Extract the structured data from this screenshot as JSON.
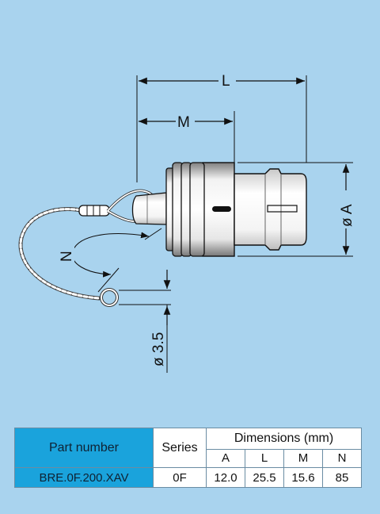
{
  "drawing": {
    "labels": {
      "L": "L",
      "M": "M",
      "N": "N",
      "A": "ø A",
      "d35": "ø 3.5"
    }
  },
  "table": {
    "part_number_header": "Part number",
    "series_header": "Series",
    "dimensions_header": "Dimensions (mm)",
    "dim_columns": [
      "A",
      "L",
      "M",
      "N"
    ],
    "row": {
      "part_number": "BRE.0F.200.XAV",
      "series": "0F",
      "values": [
        "12.0",
        "25.5",
        "15.6",
        "85"
      ]
    }
  },
  "colors": {
    "background": "#a9d3ee",
    "header_blue": "#1aa3dc"
  }
}
